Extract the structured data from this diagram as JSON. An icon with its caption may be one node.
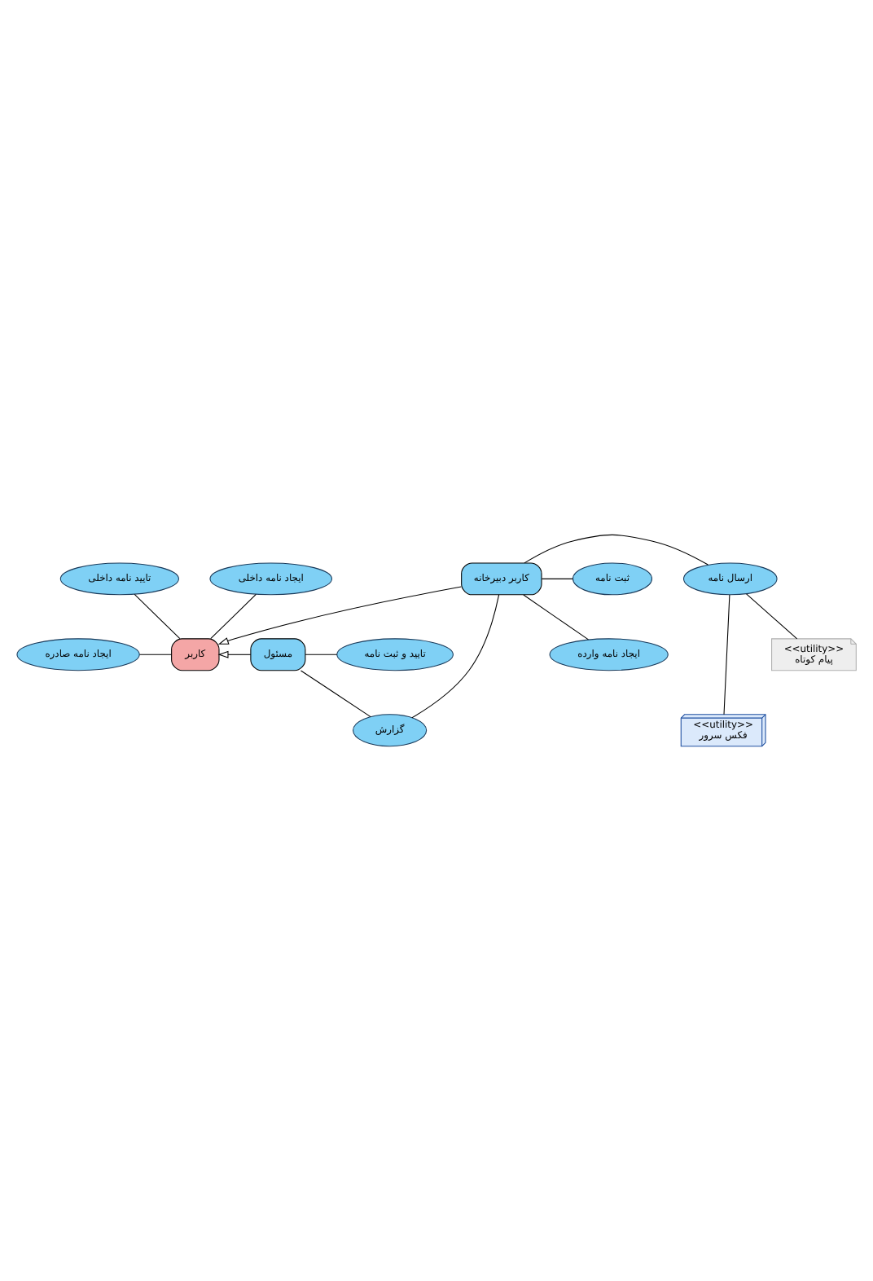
{
  "diagram": {
    "nodes": [
      {
        "text": [
          "تایید نامه داخلی"
        ]
      },
      {
        "text": [
          "ایجاد نامه داخلی"
        ]
      },
      {
        "text": [
          "ایجاد نامه صادره"
        ]
      },
      {
        "text": [
          "کاربر"
        ]
      },
      {
        "text": [
          "مسئول"
        ]
      },
      {
        "text": [
          "تایید و ثبت نامه"
        ]
      },
      {
        "text": [
          "<<utility>>",
          "فکس سرور"
        ]
      },
      {
        "text": [
          "گزارش"
        ]
      },
      {
        "text": [
          "ارسال نامه"
        ]
      },
      {
        "text": [
          "کاربر دبیرخانه"
        ]
      },
      {
        "text": [
          "ثبت نامه"
        ]
      },
      {
        "text": [
          "ایجاد نامه وارده"
        ]
      },
      {
        "text": [
          "<<utility>>",
          "پیام کوتاه"
        ]
      }
    ],
    "edges": [
      {
        "from": 0,
        "to": 3,
        "arrow": "none"
      },
      {
        "from": 1,
        "to": 3,
        "arrow": "none"
      },
      {
        "from": 2,
        "to": 3,
        "arrow": "none"
      },
      {
        "from": 4,
        "to": 3,
        "arrow": "to"
      },
      {
        "from": 4,
        "to": 5,
        "arrow": "none"
      },
      {
        "from": 4,
        "to": 7,
        "arrow": "none"
      },
      {
        "from": 9,
        "to": 3,
        "arrow": "to"
      },
      {
        "from": 9,
        "to": 7,
        "arrow": "none"
      },
      {
        "from": 8,
        "to": 6,
        "arrow": "none"
      },
      {
        "from": 8,
        "to": 12,
        "arrow": "none"
      },
      {
        "from": 9,
        "to": 8,
        "arrow": "none"
      },
      {
        "from": 9,
        "to": 10,
        "arrow": "none"
      },
      {
        "from": 9,
        "to": 11,
        "arrow": "none"
      }
    ]
  }
}
